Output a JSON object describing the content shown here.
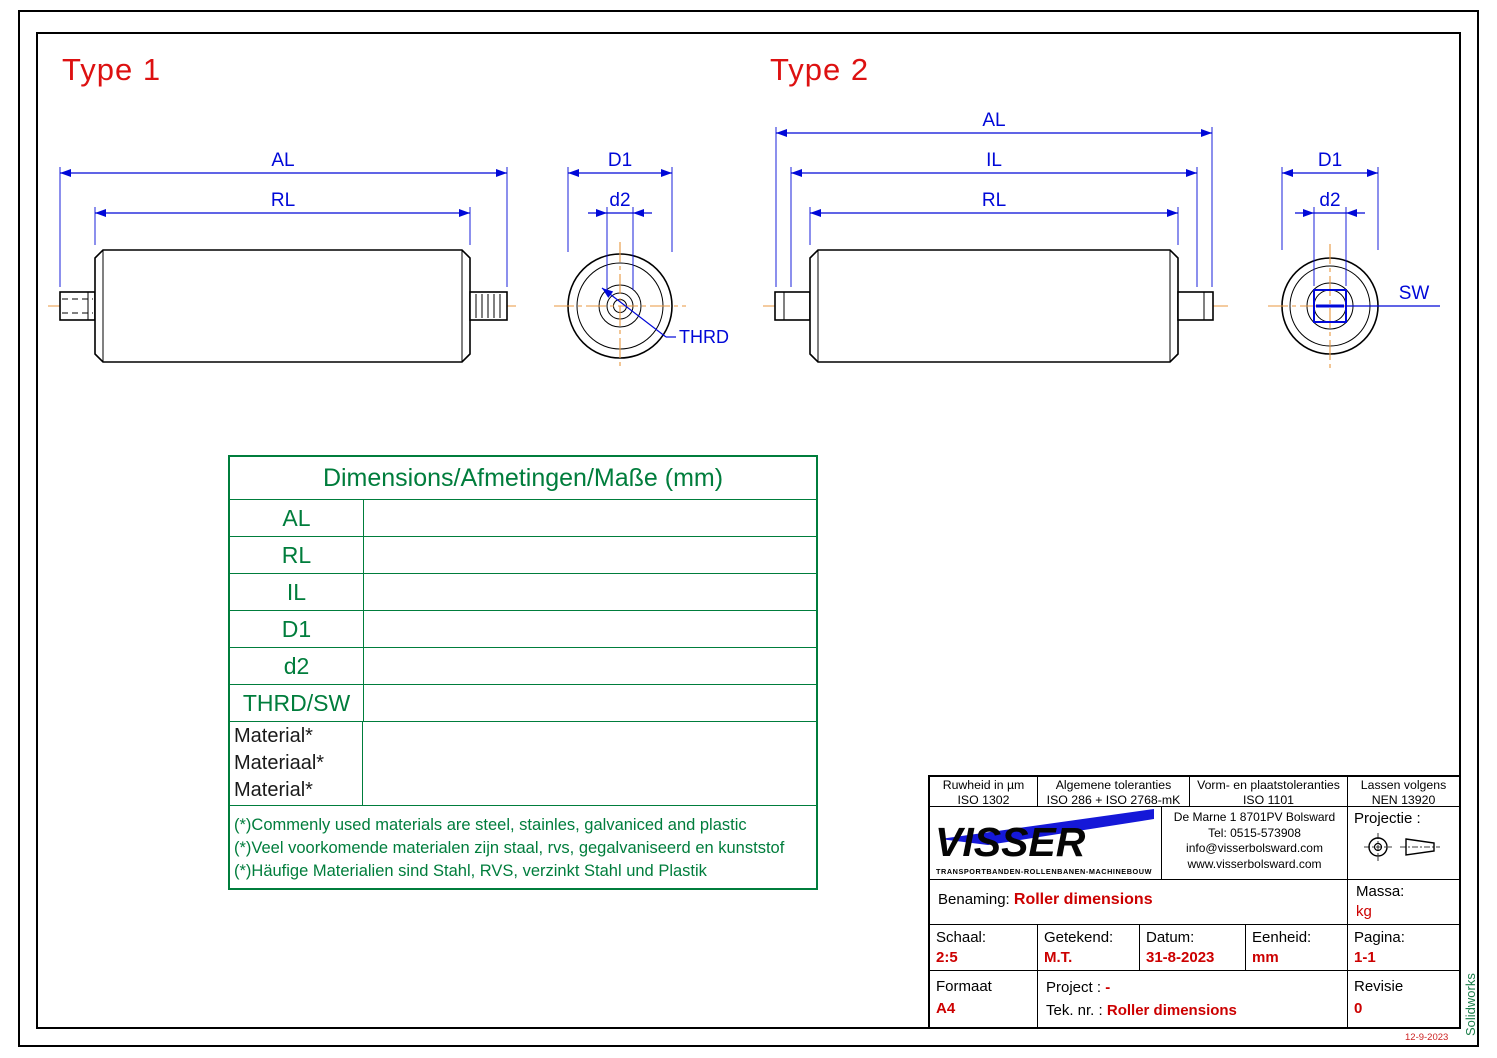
{
  "colors": {
    "dimension_blue": "#0008d8",
    "centerline_orange": "#e8973f",
    "table_green": "#007d3c",
    "value_red": "#cc0000",
    "type_title_red": "#dd1111",
    "logo_blue": "#1518d8"
  },
  "page": {
    "type1_title": "Type 1",
    "type2_title": "Type 2"
  },
  "drawing_labels": {
    "t1_al": "AL",
    "t1_rl": "RL",
    "t1_d1": "D1",
    "t1_d2": "d2",
    "t1_thrd": "THRD",
    "t2_al": "AL",
    "t2_il": "IL",
    "t2_rl": "RL",
    "t2_d1": "D1",
    "t2_d2": "d2",
    "t2_sw": "SW"
  },
  "dimensions_table": {
    "title": "Dimensions/Afmetingen/Maße (mm)",
    "rows": [
      {
        "label": "AL",
        "value": ""
      },
      {
        "label": "RL",
        "value": ""
      },
      {
        "label": "IL",
        "value": ""
      },
      {
        "label": "D1",
        "value": ""
      },
      {
        "label": "d2",
        "value": ""
      },
      {
        "label": "THRD/SW",
        "value": ""
      }
    ],
    "material_labels": [
      "Material*",
      "Materiaal*",
      "Material*"
    ],
    "material_value": "",
    "notes": [
      "(*)Commenly used materials are steel, stainles, galvaniced and plastic",
      "(*)Veel voorkomende materialen zijn staal, rvs, gegalvaniseerd en kunststof",
      "(*)Häufige Materialien sind Stahl, RVS, verzinkt Stahl und Plastik"
    ]
  },
  "title_block": {
    "standards": [
      {
        "line1": "Ruwheid in µm",
        "line2": "ISO 1302"
      },
      {
        "line1": "Algemene toleranties",
        "line2": "ISO 286 + ISO 2768-mK"
      },
      {
        "line1": "Vorm- en plaatstoleranties",
        "line2": "ISO 1101"
      },
      {
        "line1": "Lassen volgens",
        "line2": "NEN 13920"
      }
    ],
    "logo_text": "VISSER",
    "logo_tagline": "TRANSPORTBANDEN-ROLLENBANEN-MACHINEBOUW",
    "address": [
      "De Marne 1 8701PV Bolsward",
      "Tel: 0515-573908",
      "info@visserbolsward.com",
      "www.visserbolsward.com"
    ],
    "projectie_label": "Projectie :",
    "benaming_label": "Benaming:",
    "benaming_value": "Roller dimensions",
    "massa_label": "Massa:",
    "massa_value": "kg",
    "schaal_label": "Schaal:",
    "schaal_value": "2:5",
    "getekend_label": "Getekend:",
    "getekend_value": "M.T.",
    "datum_label": "Datum:",
    "datum_value": "31-8-2023",
    "eenheid_label": "Eenheid:",
    "eenheid_value": "mm",
    "pagina_label": "Pagina:",
    "pagina_value": "1-1",
    "formaat_label": "Formaat",
    "formaat_value": "A4",
    "project_label": "Project",
    "project_colon": ": ",
    "project_value": "-",
    "teknr_label": "Tek. nr. :",
    "teknr_value": "Roller dimensions",
    "revisie_label": "Revisie",
    "revisie_value": "0"
  },
  "footer": {
    "solidworks": "Solidworks",
    "date_stamp": "12-9-2023"
  }
}
